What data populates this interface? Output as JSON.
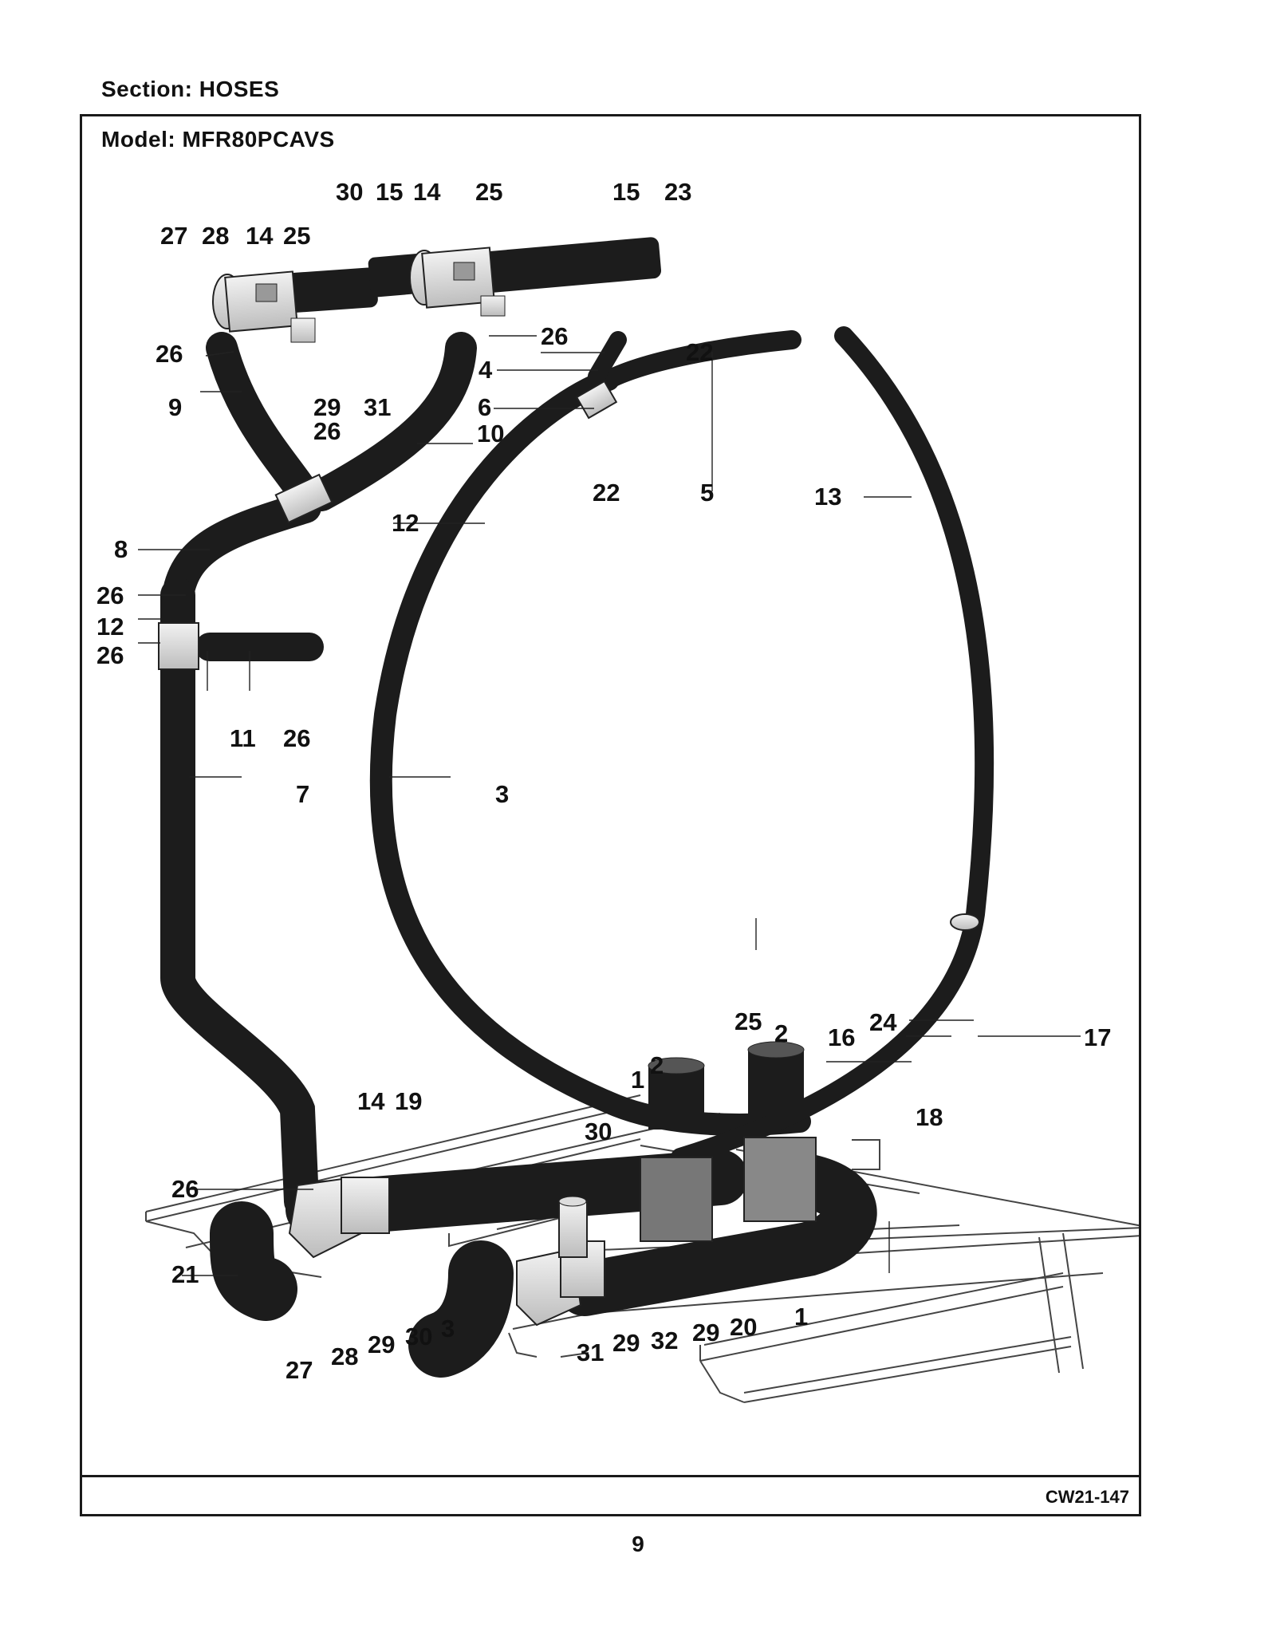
{
  "header": {
    "section_label": "Section:  HOSES"
  },
  "diagram": {
    "model_label": "Model:  MFR80PCAVS",
    "figure_code": "CW21-147",
    "callouts": {
      "c30a": "30",
      "c15a": "15",
      "c14a": "14",
      "c25a": "25",
      "c15b": "15",
      "c23": "23",
      "c27a": "27",
      "c28a": "28",
      "c14b": "14",
      "c25b": "25",
      "c26a": "26",
      "c26b": "26",
      "c4": "4",
      "c22a": "22",
      "c9": "9",
      "c29a": "29",
      "c31a": "31",
      "c6": "6",
      "c26c": "26",
      "c10": "10",
      "c22b": "22",
      "c5": "5",
      "c13": "13",
      "c12a": "12",
      "c8": "8",
      "c26d": "26",
      "c12b": "12",
      "c26e": "26",
      "c11": "11",
      "c26f": "26",
      "c7": "7",
      "c3": "3",
      "c24": "24",
      "c16": "16",
      "c17": "17",
      "c25c": "25",
      "c2a": "2",
      "c1a": "1",
      "c2b": "2",
      "c14c": "14",
      "c19": "19",
      "c30b": "30",
      "c18": "18",
      "c26g": "26",
      "c21": "21",
      "c29b": "29",
      "c30c": "30",
      "c3b": "3",
      "c27b": "27",
      "c28b": "28",
      "c31b": "31",
      "c29c": "29",
      "c32": "32",
      "c29d": "29",
      "c20": "20",
      "c1b": "1"
    }
  },
  "footer": {
    "page_number": "9"
  },
  "colors": {
    "hose": "#1c1c1c",
    "fitting": "#d8d8d8",
    "frame_line": "#444444"
  }
}
